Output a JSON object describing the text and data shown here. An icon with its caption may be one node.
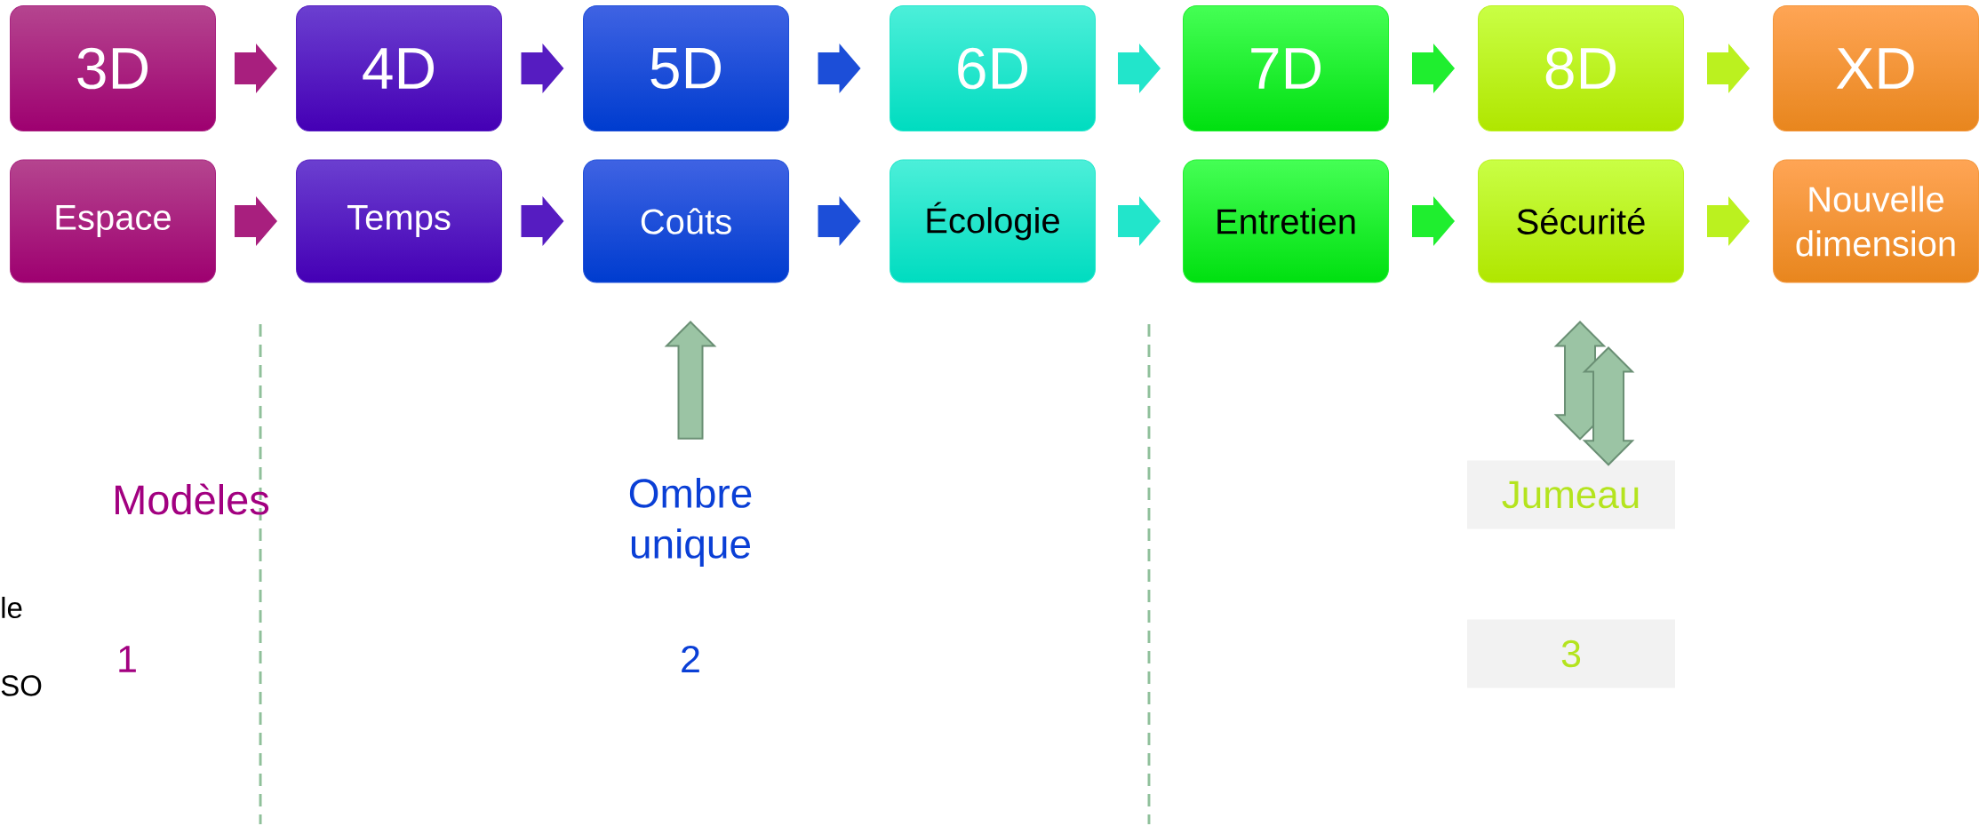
{
  "diagram": {
    "nodes": [
      {
        "text": [
          "3D"
        ]
      },
      {
        "text": [
          "4D"
        ]
      },
      {
        "text": [
          "5D"
        ]
      },
      {
        "text": [
          "6D"
        ]
      },
      {
        "text": [
          "7D"
        ]
      },
      {
        "text": [
          "8D"
        ]
      },
      {
        "text": [
          "XD"
        ]
      },
      {
        "text": [
          "Espace"
        ]
      },
      {
        "text": [
          "Temps"
        ]
      },
      {
        "text": [
          "Coûts"
        ]
      },
      {
        "text": [
          "Écologie"
        ]
      },
      {
        "text": [
          "Entretien"
        ]
      },
      {
        "text": [
          "Sécurité"
        ]
      },
      {
        "text": [
          "Nouvelle dimension"
        ]
      },
      {
        "text": [
          "Ombre unique"
        ]
      },
      {
        "text": [
          "Jumeau"
        ]
      },
      {
        "text": [
          "3"
        ]
      }
    ],
    "edges": [
      {
        "from": 0,
        "to": 1,
        "arrow": "to"
      },
      {
        "from": 1,
        "to": 2,
        "arrow": "to"
      },
      {
        "from": 2,
        "to": 3,
        "arrow": "to"
      },
      {
        "from": 3,
        "to": 4,
        "arrow": "to"
      },
      {
        "from": 4,
        "to": 5,
        "arrow": "to"
      },
      {
        "from": 5,
        "to": 6,
        "arrow": "to"
      },
      {
        "from": 7,
        "to": 8,
        "arrow": "to"
      },
      {
        "from": 8,
        "to": 9,
        "arrow": "to"
      },
      {
        "from": 9,
        "to": 10,
        "arrow": "to"
      },
      {
        "from": 10,
        "to": 11,
        "arrow": "to"
      },
      {
        "from": 11,
        "to": 12,
        "arrow": "to"
      },
      {
        "from": 12,
        "to": 13,
        "arrow": "to"
      },
      {
        "from": 14,
        "to": 9,
        "arrow": "to",
        "color": "#9bc4a4"
      },
      {
        "from": 12,
        "to": 15,
        "arrow": "both",
        "color": "#9bc4a4"
      },
      {
        "from": 12,
        "to": 15,
        "arrow": "both",
        "color": "#9bc4a4"
      }
    ],
    "labels": [
      "Modèles",
      "le",
      "1",
      "2",
      "SO"
    ]
  }
}
